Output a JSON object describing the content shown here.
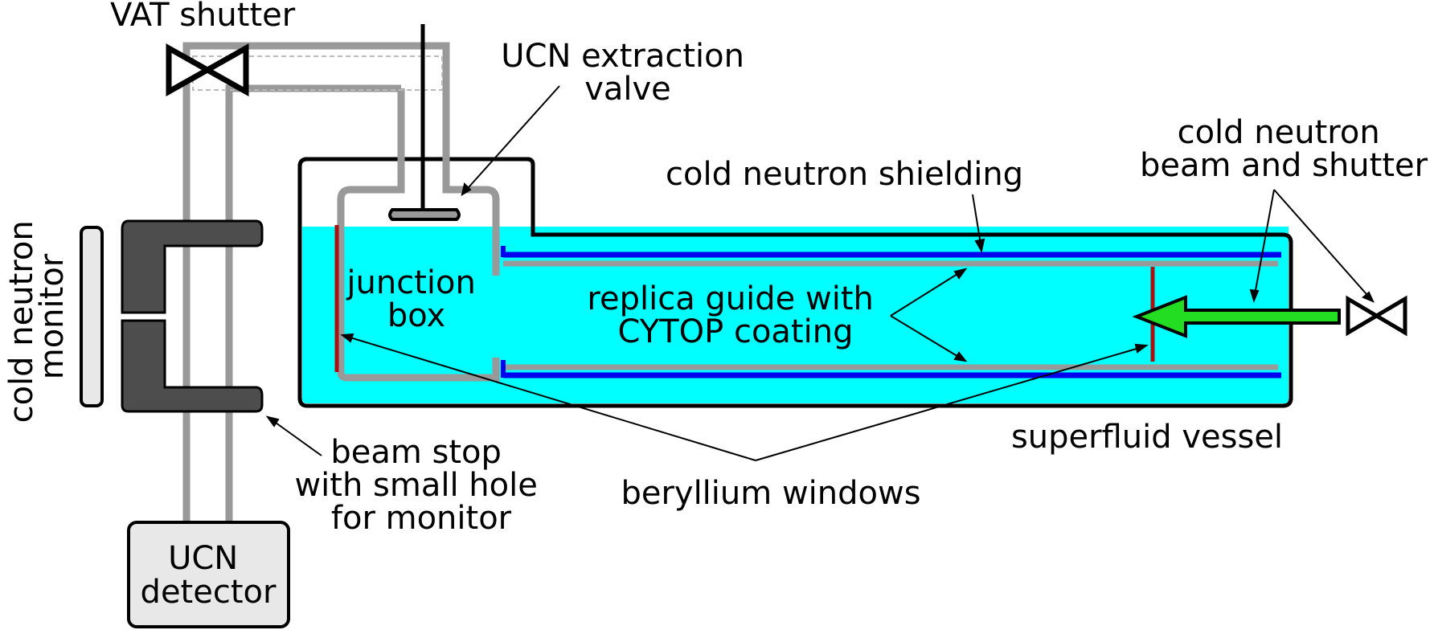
{
  "labels": {
    "vat_shutter": "VAT shutter",
    "ucn_extraction_valve_line1": "UCN extraction",
    "ucn_extraction_valve_line2": "valve",
    "cold_neutron_shielding": "cold neutron shielding",
    "cold_neutron_beam_line1": "cold neutron",
    "cold_neutron_beam_line2": "beam and shutter",
    "cold_neutron_monitor_line1": "cold neutron",
    "cold_neutron_monitor_line2": "monitor",
    "junction_box_line1": "junction",
    "junction_box_line2": "box",
    "replica_guide_line1": "replica guide with",
    "replica_guide_line2": "CYTOP coating",
    "superfluid_vessel": "superfluid vessel",
    "beam_stop_line1": "beam stop",
    "beam_stop_line2": "with small hole",
    "beam_stop_line3": "for monitor",
    "beryllium_windows": "beryllium windows",
    "ucn_detector_line1": "UCN",
    "ucn_detector_line2": "detector"
  },
  "colors": {
    "superfluid": "#00ffff",
    "guide": "#999999",
    "shielding": "#0000ee",
    "beryllium_window": "#aa1111",
    "beam_arrow": "#22dd22",
    "beam_stop": "#4d4d4d",
    "detector_fill": "#e8e8e8"
  }
}
